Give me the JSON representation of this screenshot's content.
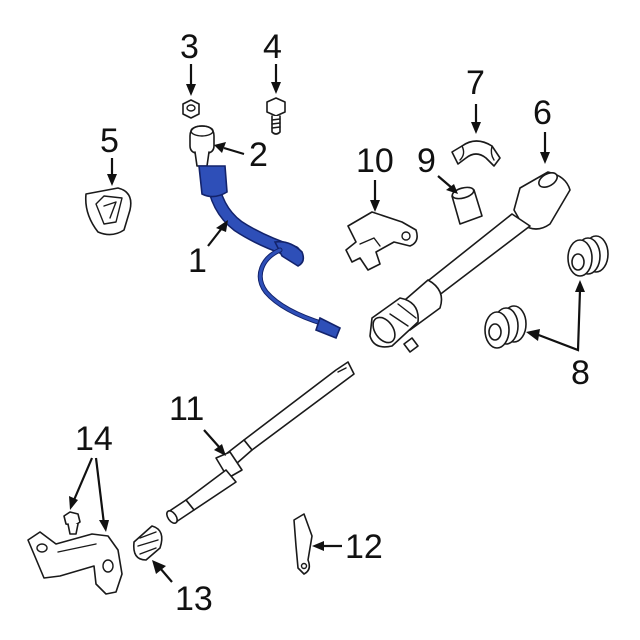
{
  "diagram": {
    "callouts": {
      "n1": "1",
      "n2": "2",
      "n3": "3",
      "n4": "4",
      "n5": "5",
      "n6": "6",
      "n7": "7",
      "n8": "8",
      "n9": "9",
      "n10": "10",
      "n11": "11",
      "n12": "12",
      "n13": "13",
      "n14": "14"
    },
    "colors": {
      "highlight": "#2e4fb8",
      "highlight_dark": "#13236b",
      "line": "#1a1a1a",
      "background": "#ffffff"
    }
  }
}
